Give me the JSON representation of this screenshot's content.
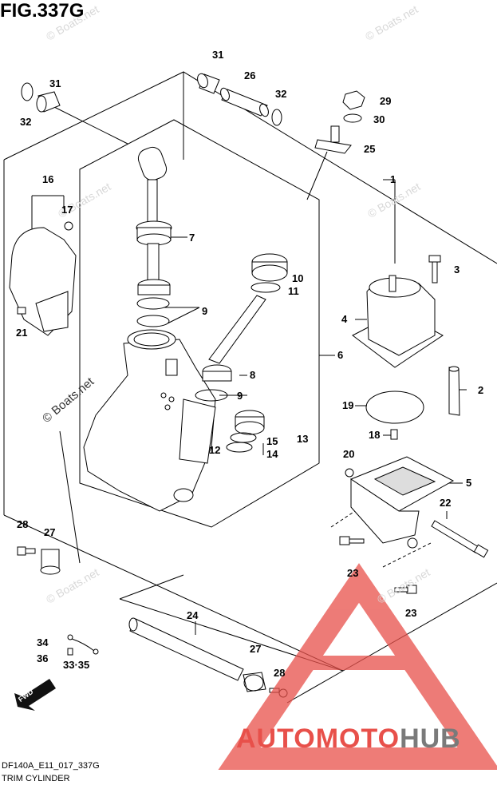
{
  "figure": {
    "title": "FIG.337G",
    "code": "DF140A_E11_017_337G",
    "name": "TRIM CYLINDER"
  },
  "watermarks": [
    "© Boats.net",
    "© Boats.net",
    "© Boats.net",
    "© Boats.net",
    "© Boats.net",
    "© Boats.net"
  ],
  "strong_watermark": "© Boats.net",
  "brand": {
    "part1": "AUTOMOTO",
    "part2": "HUB",
    "accent": "#e8504a",
    "secondary": "#7a7a7a"
  },
  "fwd_label": "FWD",
  "callouts": [
    {
      "id": "c31a",
      "text": "31"
    },
    {
      "id": "c26",
      "text": "26"
    },
    {
      "id": "c31b",
      "text": "31"
    },
    {
      "id": "c32a",
      "text": "32"
    },
    {
      "id": "c32b",
      "text": "32"
    },
    {
      "id": "c29",
      "text": "29"
    },
    {
      "id": "c30",
      "text": "30"
    },
    {
      "id": "c25",
      "text": "25"
    },
    {
      "id": "c1",
      "text": "1"
    },
    {
      "id": "c16",
      "text": "16"
    },
    {
      "id": "c17",
      "text": "17"
    },
    {
      "id": "c7",
      "text": "7"
    },
    {
      "id": "c3",
      "text": "3"
    },
    {
      "id": "c10",
      "text": "10"
    },
    {
      "id": "c11",
      "text": "11"
    },
    {
      "id": "c9a",
      "text": "9"
    },
    {
      "id": "c21",
      "text": "21"
    },
    {
      "id": "c4",
      "text": "4"
    },
    {
      "id": "c6",
      "text": "6"
    },
    {
      "id": "c8",
      "text": "8"
    },
    {
      "id": "c9b",
      "text": "9"
    },
    {
      "id": "c2",
      "text": "2"
    },
    {
      "id": "c19",
      "text": "19"
    },
    {
      "id": "c15",
      "text": "15"
    },
    {
      "id": "c13",
      "text": "13"
    },
    {
      "id": "c14",
      "text": "14"
    },
    {
      "id": "c12",
      "text": "12"
    },
    {
      "id": "c18",
      "text": "18"
    },
    {
      "id": "c20",
      "text": "20"
    },
    {
      "id": "c5",
      "text": "5"
    },
    {
      "id": "c22",
      "text": "22"
    },
    {
      "id": "c28a",
      "text": "28"
    },
    {
      "id": "c27a",
      "text": "27"
    },
    {
      "id": "c23a",
      "text": "23"
    },
    {
      "id": "c23b",
      "text": "23"
    },
    {
      "id": "c24",
      "text": "24"
    },
    {
      "id": "c34",
      "text": "34"
    },
    {
      "id": "c36",
      "text": "36"
    },
    {
      "id": "c3335",
      "text": "33·35"
    },
    {
      "id": "c27b",
      "text": "27"
    },
    {
      "id": "c28b",
      "text": "28"
    }
  ]
}
